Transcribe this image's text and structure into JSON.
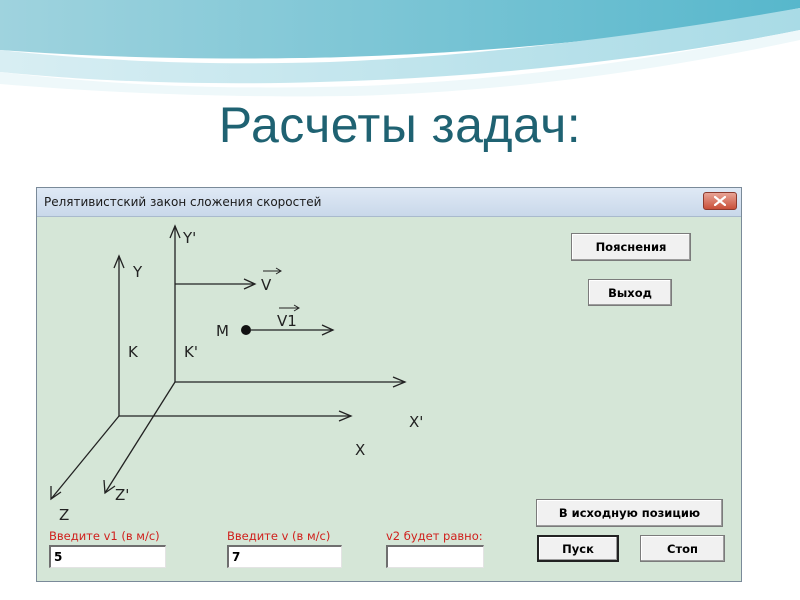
{
  "slide": {
    "title": "Расчеты задач:"
  },
  "window": {
    "title": "Релятивистский закон сложения скоростей"
  },
  "diagram": {
    "axis_y": "Y",
    "axis_y_prime": "Y'",
    "axis_x": "X",
    "axis_x_prime": "X'",
    "axis_z": "Z",
    "axis_z_prime": "Z'",
    "frame_k": "K",
    "frame_k_prime": "K'",
    "velocity_v": "V",
    "velocity_v1": "V1",
    "point_m": "M"
  },
  "buttons": {
    "explanations": "Пояснения",
    "exit": "Выход",
    "reset": "В исходную позицию",
    "start": "Пуск",
    "stop": "Стоп"
  },
  "fields": {
    "v1_label": "Введите v1 (в м/с)",
    "v1_value": "5",
    "v_label": "Введите v (в м/с)",
    "v_value": "7",
    "v2_label": "v2 будет равно:",
    "v2_value": ""
  },
  "colors": {
    "title": "#1f6272",
    "window_bg": "#d5e6d7",
    "label_red": "#d0201c"
  }
}
